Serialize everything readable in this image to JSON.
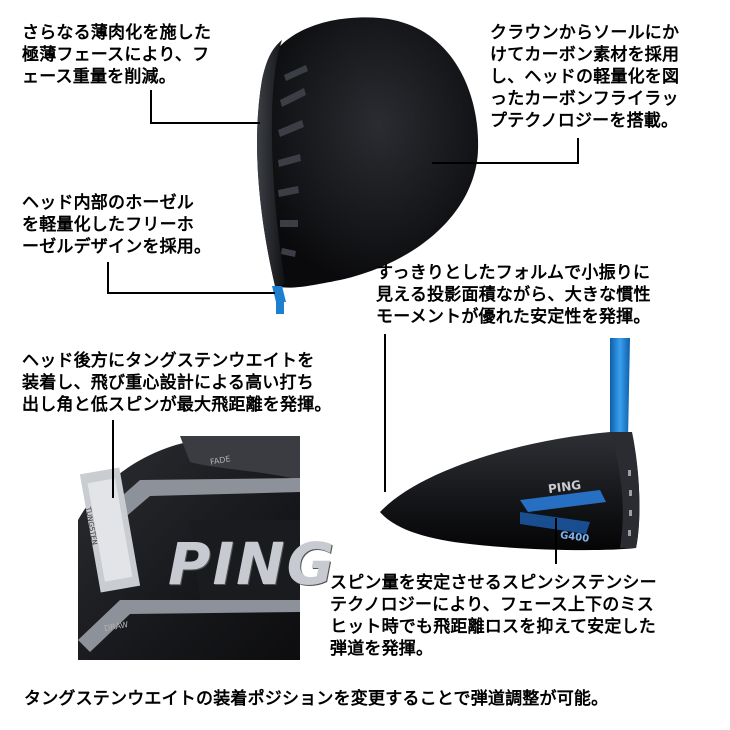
{
  "texts": {
    "face": "さらなる薄肉化を施した\n極薄フェースにより、フ\nェース重量を削減。",
    "crown": "クラウンからソールにか\nけてカーボン素材を採用\nし、ヘッドの軽量化を図\nったカーボンフライラッ\nプテクノロジーを搭載。",
    "hosel": "ヘッド内部のホーゼル\nを軽量化したフリーホ\nーゼルデザインを採用。",
    "form": "すっきりとしたフォルムで小振りに\n見える投影面積ながら、大きな慣性\nモーメントが優れた安定性を発揮。",
    "tungsten": "ヘッド後方にタングステンウエイトを\n装着し、飛び重心設計による高い打ち\n出し角と低スピンが最大飛距離を発揮。",
    "spin": "スピン量を安定させるスピンシステンシー\nテクノロジーにより、フェース上下のミス\nヒット時でも飛距離ロスを抑えて安定した\n弾道を発揮。",
    "bottom": "タングステンウエイトの装着ポジションを変更することで弾道調整が可能。"
  },
  "product_labels": {
    "brand": "PING",
    "model": "G400",
    "weight_label": "TUNGSTEN",
    "fade": "FADE",
    "draw": "DRAW"
  },
  "colors": {
    "head": "#141518",
    "shaft_blue": "#1e7fd0",
    "accent_blue": "#2a7fe0"
  }
}
